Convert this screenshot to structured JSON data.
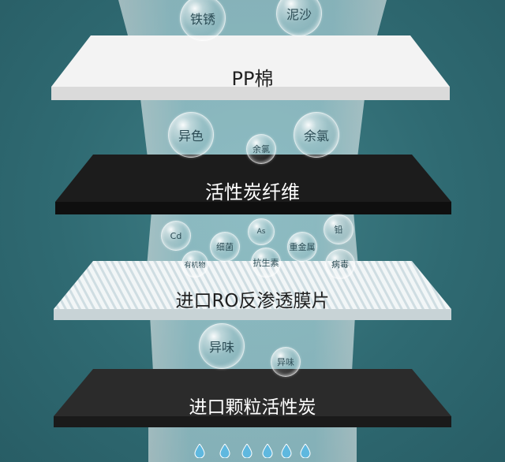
{
  "layers": {
    "pp_cotton": "PP棉",
    "activated_carbon_fiber": "活性炭纤维",
    "ro_membrane": "进口RO反渗透膜片",
    "granular_carbon": "进口颗粒活性炭"
  },
  "contaminants": {
    "rust": "铁锈",
    "sediment": "泥沙",
    "color_top": "异色",
    "residual_chlorine_large": "余氯",
    "residual_chlorine_small": "余氯",
    "cadmium": "Cd",
    "arsenic": "As",
    "lead": "铅",
    "bacteria": "细菌",
    "heavy_metal": "重金属",
    "organics": "有机物",
    "antibiotics": "抗生素",
    "virus": "病毒",
    "odor_large": "异味",
    "odor_small": "异味"
  },
  "colors": {
    "background": "#2f6a72",
    "pp_layer": "#f2f2f2",
    "carbon_fiber": "#1b1b1b",
    "ro_layer": "#eef3f4",
    "granular_carbon": "#2a2a2a",
    "beam": "#bfe6ee",
    "drop": "#5fb8df"
  }
}
